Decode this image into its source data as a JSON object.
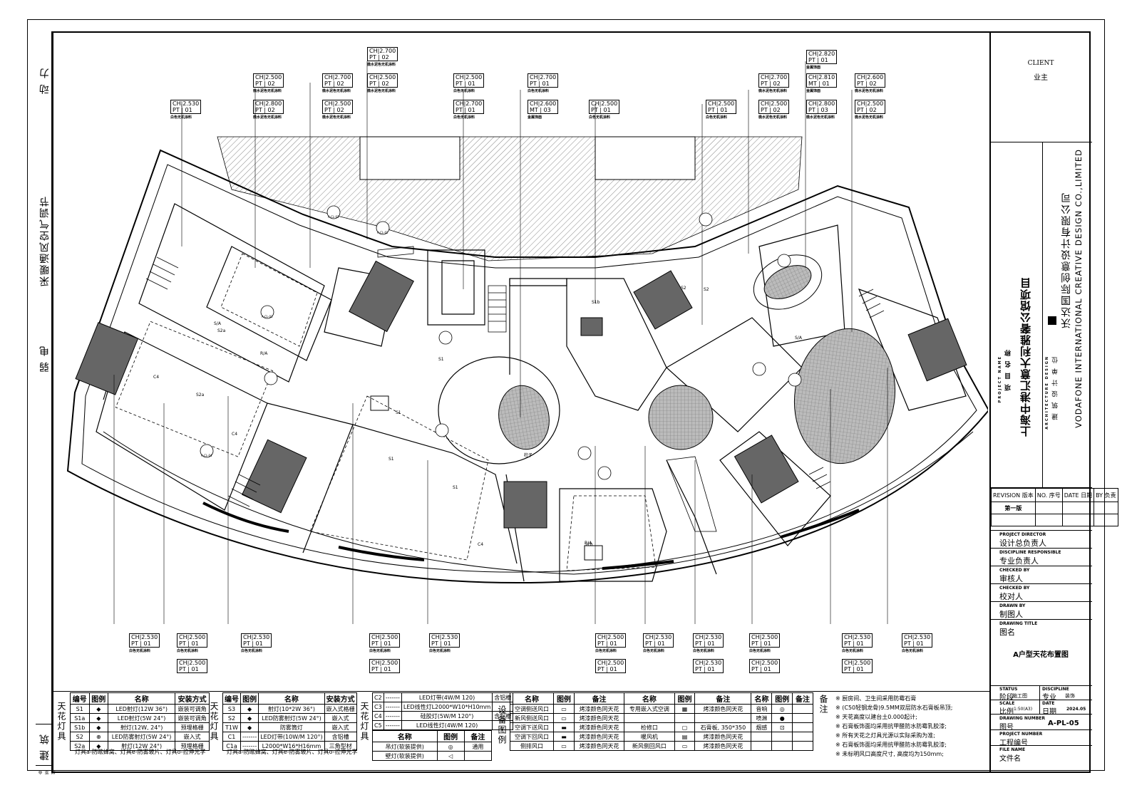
{
  "side_labels": [
    "动 力",
    "采暖通风空气调节",
    "弱 电",
    "建 筑",
    "会签栏"
  ],
  "sidebar": {
    "client_en": "CLIENT",
    "client_zh": "业主",
    "project_en": "PROJECT NAME",
    "project_zh": "项 目 名 称",
    "project_title": "上海中港汇意大利雅奢公馆项目",
    "arch_en": "ARCHITECTURE DESIGN",
    "arch_zh": "建 筑 设 计 单 位",
    "company_zh": "沃达国际创意设计有限公司",
    "company_en": "VODAFONE INTERNATIONAL CREATIVE DESIGN CO.,LIMITED",
    "revision_head": [
      "REVISION 版本",
      "NO. 序号",
      "DATE 日期",
      "BY 负责"
    ],
    "revision_row": "第一版",
    "fields": [
      {
        "en": "PROJECT DIRECTOR",
        "zh": "设计总负责人"
      },
      {
        "en": "DISCIPLINE RESPONSIBLE",
        "zh": "专业负责人"
      },
      {
        "en": "CHECKED BY",
        "zh": "审核人"
      },
      {
        "en": "CHECKED BY",
        "zh": "校对人"
      },
      {
        "en": "DRAWN BY",
        "zh": "制图人"
      },
      {
        "en": "DRAWING TITLE",
        "zh": "图名"
      }
    ],
    "drawing_title": "A户型天花布置图",
    "status_en": "STATUS",
    "status_zh": "阶段",
    "status_val": "施工图",
    "discipline_en": "DISCIPLINE",
    "discipline_zh": "专业",
    "discipline_val": "装饰",
    "scale_en": "SCALE",
    "scale_zh": "比例",
    "scale_val": "1:50(A3)",
    "date_en": "DATE",
    "date_zh": "日期",
    "date_val": "2024.05",
    "drawing_no_en": "DRAWING NUMBER",
    "drawing_no_zh": "图号",
    "drawing_no_val": "A-PL-05",
    "project_no_en": "PROJECT NUMBER",
    "project_no_zh": "工程编号",
    "file_en": "FILE NAME",
    "file_zh": "文件名"
  },
  "ceiling_labels": [
    {
      "ch": "CH|2.530",
      "pt": "PT | 01",
      "sub": "白色无机涂料"
    },
    {
      "ch": "CH|2.800",
      "pt": "PT | 02",
      "sub": "微水泥色无机涂料"
    },
    {
      "ch": "CH|2.500",
      "pt": "PT | 02",
      "sub": "微水泥色无机涂料"
    },
    {
      "ch": "CH|2.700",
      "pt": "PT | 02",
      "sub": "微水泥色无机涂料"
    },
    {
      "ch": "CH|2.500",
      "pt": "PT | 02",
      "sub": "微水泥色无机涂料"
    },
    {
      "ch": "CH|2.700",
      "pt": "PT | 02",
      "sub": "微水泥色无机涂料"
    },
    {
      "ch": "CH|2.500",
      "pt": "PT | 02",
      "sub": "微水泥色无机涂料"
    },
    {
      "ch": "CH|2.500",
      "pt": "PT | 01",
      "sub": "白色无机涂料"
    },
    {
      "ch": "CH|2.700",
      "pt": "PT | 01",
      "sub": "白色无机涂料"
    },
    {
      "ch": "CH|2.700",
      "pt": "PT | 01",
      "sub": "白色无机涂料"
    },
    {
      "ch": "CH|2.600",
      "pt": "MT | 03",
      "sub": "金属饰面"
    },
    {
      "ch": "CH|2.500",
      "pt": "PT | 01",
      "sub": "白色无机涂料"
    },
    {
      "ch": "CH|2.500",
      "pt": "PT | 01",
      "sub": "白色无机涂料"
    },
    {
      "ch": "CH|2.700",
      "pt": "PT | 02",
      "sub": "微水泥色无机涂料"
    },
    {
      "ch": "CH|2.500",
      "pt": "PT | 02",
      "sub": "微水泥色无机涂料"
    },
    {
      "ch": "CH|2.820",
      "pt": "PT | 01",
      "sub": "金属饰面"
    },
    {
      "ch": "CH|2.810",
      "pt": "MT | 01",
      "sub": "金属饰面"
    },
    {
      "ch": "CH|2.800",
      "pt": "PT | 03",
      "sub": "微水泥色无机涂料"
    },
    {
      "ch": "CH|2.600",
      "pt": "PT | 02",
      "sub": "微水泥色无机涂料"
    },
    {
      "ch": "CH|2.500",
      "pt": "PT | 02",
      "sub": "微水泥色无机涂料"
    },
    {
      "ch": "CH|2.530",
      "pt": "PT | 01",
      "sub": "白色无机涂料"
    },
    {
      "ch": "CH|2.500",
      "pt": "PT | 01",
      "sub": "白色无机涂料"
    },
    {
      "ch": "CH|2.500",
      "pt": "PT | 01",
      "sub": "白色无机涂料"
    },
    {
      "ch": "CH|2.530",
      "pt": "PT | 01",
      "sub": "白色无机涂料"
    },
    {
      "ch": "CH|2.500",
      "pt": "PT | 01",
      "sub": "白色无机涂料"
    },
    {
      "ch": "CH|2.500",
      "pt": "PT | 01",
      "sub": "白色无机涂料"
    },
    {
      "ch": "CH|2.530",
      "pt": "PT | 01",
      "sub": "白色无机涂料"
    },
    {
      "ch": "CH|2.500",
      "pt": "PT | 01",
      "sub": "白色无机涂料"
    },
    {
      "ch": "CH|2.530",
      "pt": "PT | 01",
      "sub": "白色无机涂料"
    },
    {
      "ch": "CH|2.530",
      "pt": "PT | 01",
      "sub": "白色无机涂料"
    },
    {
      "ch": "CH|2.500",
      "pt": "PT | 01",
      "sub": "白色无机涂料"
    },
    {
      "ch": "CH|2.500",
      "pt": "PT | 01",
      "sub": "白色无机涂料"
    },
    {
      "ch": "CH|2.500",
      "pt": "PT | 01",
      "sub": "白色无机涂料"
    },
    {
      "ch": "CH|2.530",
      "pt": "PT | 01",
      "sub": "白色无机涂料"
    },
    {
      "ch": "CH|2.500",
      "pt": "PT | 01",
      "sub": "白色无机涂料"
    },
    {
      "ch": "CH|2.530",
      "pt": "PT | 01",
      "sub": "白色无机涂料"
    },
    {
      "ch": "CH|2.530",
      "pt": "PT | 01",
      "sub": "白色无机涂料"
    }
  ],
  "plan_marks": [
    "S1",
    "S2",
    "S2a",
    "C4",
    "A-CL-01",
    "A-CL-02",
    "A-CL-03",
    "A-CL-04",
    "S1b",
    "柱子",
    "S/A",
    "R/A"
  ],
  "legend_lights": {
    "group_label": "天花灯具",
    "headers": [
      "编号",
      "图例",
      "名称",
      "安装方式"
    ],
    "rows_left": [
      [
        "S1",
        "◆",
        "LED射灯(12W 36°)",
        "嵌装可调角"
      ],
      [
        "S1a",
        "◆",
        "LED射灯(5W 24°)",
        "嵌装可调角"
      ],
      [
        "S1b",
        "◆",
        "射灯(12W, 24°)",
        "预埋格栅"
      ],
      [
        "S2",
        "⊕",
        "LED防雾射灯(5W 24°)",
        "嵌入式"
      ],
      [
        "S2a",
        "◆",
        "射灯(12W 24°)",
        "预埋格栅"
      ]
    ],
    "rows_mid": [
      [
        "S3",
        "◆",
        "射灯(10*2W 36°)",
        "嵌入式格栅"
      ],
      [
        "S2",
        "◆",
        "LED防雾射灯(5W 24°)",
        "嵌入式"
      ],
      [
        "T1W",
        "◆",
        "防雾筒灯",
        "嵌入式"
      ],
      [
        "C1",
        "-------",
        "LED灯带(10W/M 120°)",
        "含铝槽"
      ],
      [
        "C1a",
        "-------",
        "L2000*W16*H16mm",
        "三角型材"
      ]
    ],
    "footnote": "灯具a-防眩蜂窝、灯具e-防雾玻片、灯具o-拉伸光学"
  },
  "legend_strips": {
    "rows": [
      [
        "C2",
        "-------",
        "LED灯带(4W/M 120)",
        "含铝槽"
      ],
      [
        "C3",
        "-------",
        "LED线性灯L2000*W10*H10mm",
        ""
      ],
      [
        "C4",
        "-------",
        "硅胶灯(5W/M 120°)",
        "含铝槽"
      ],
      [
        "C5",
        "-------",
        "LED线性灯(4W/M 120)",
        ""
      ]
    ],
    "sub_headers": [
      "名称",
      "图例",
      "备注"
    ],
    "sub_rows": [
      [
        "吊灯(软装提供)",
        "◎",
        "通用"
      ],
      [
        "壁灯(软装提供)",
        "◁",
        ""
      ]
    ]
  },
  "legend_equipment": {
    "group_label": "设备图例",
    "headers": [
      "名称",
      "图例",
      "备注",
      "名称",
      "图例",
      "备注",
      "名称",
      "图例",
      "备注"
    ],
    "rows": [
      [
        "空调侧送风口",
        "",
        "烤漆颜色同天花",
        "专用嵌入式空调",
        "",
        "烤漆颜色同天花",
        "音响",
        "◎",
        ""
      ],
      [
        "新风侧送风口",
        "",
        "烤漆颜色同天花",
        "",
        "",
        "",
        "喷淋",
        "●",
        ""
      ],
      [
        "空调下送风口",
        "",
        "烤漆颜色同天花",
        "检修口",
        "",
        "石膏板, 350*350",
        "烟感",
        "⊡",
        ""
      ],
      [
        "空调下回风口",
        "",
        "烤漆颜色同天花",
        "暖风机",
        "",
        "烤漆颜色同天花",
        "",
        "",
        ""
      ],
      [
        "侧排风口",
        "",
        "烤漆颜色同天花",
        "新风侧回风口",
        "",
        "烤漆颜色同天花",
        "",
        "",
        ""
      ]
    ]
  },
  "notes": {
    "label": "备注",
    "items": [
      "※ 厨房间、卫生间采用防霉石膏",
      "※ (C50轻钢龙骨)9.5MM双层防水石膏板吊顶;",
      "※ 天花高度以建台土0.000起计;",
      "※ 石膏板饰面均采用抗甲醛防水防霉乳胶漆;",
      "※ 所有天花之灯具光源以实际采购为准;",
      "※ 石膏板饰面均采用抗甲醛防水防霉乳胶漆;",
      "※ 未标明风口高度尺寸, 高度均为150mm;"
    ]
  }
}
